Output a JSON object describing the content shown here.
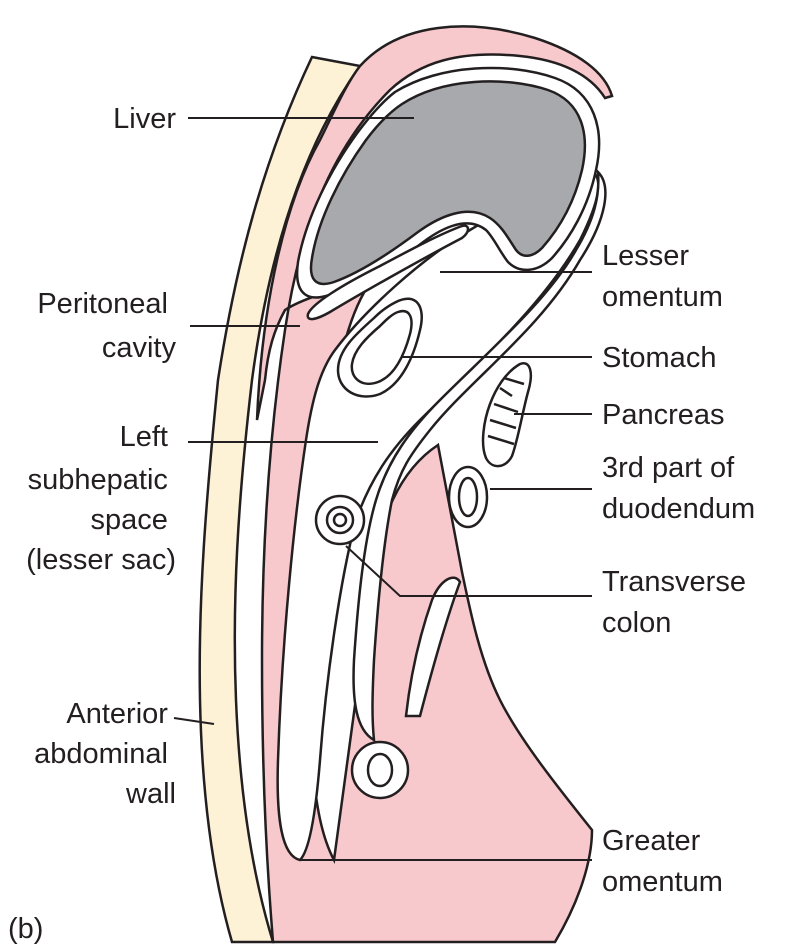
{
  "panel_label": "(b)",
  "colors": {
    "peritoneum": "#f7c9cc",
    "abdominal_wall": "#fdf1d6",
    "liver": "#a7a9ac",
    "outline": "#231f20",
    "background": "#ffffff"
  },
  "labels": {
    "liver": [
      "Liver"
    ],
    "peritoneal_cavity": [
      "Peritoneal",
      "cavity"
    ],
    "left_subhepatic_space": [
      "Left",
      "subhepatic",
      "space",
      "(lesser sac)"
    ],
    "anterior_abdominal_wall": [
      "Anterior",
      "abdominal",
      "wall"
    ],
    "lesser_omentum": [
      "Lesser",
      "omentum"
    ],
    "stomach": [
      "Stomach"
    ],
    "pancreas": [
      "Pancreas"
    ],
    "duodendum": [
      "3rd part of",
      "duodendum"
    ],
    "transverse_colon": [
      "Transverse",
      "colon"
    ],
    "greater_omentum": [
      "Greater",
      "omentum"
    ]
  }
}
